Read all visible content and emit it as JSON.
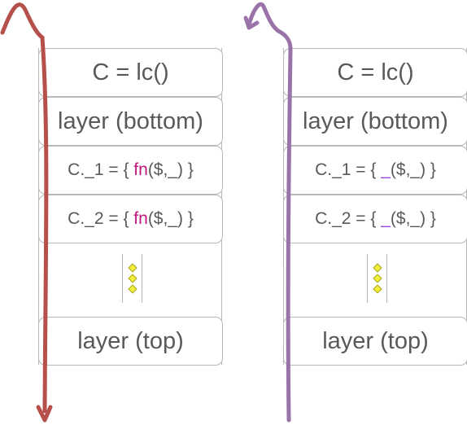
{
  "colors": {
    "text": "#595959",
    "border": "#b8b8b8",
    "fn_highlight": "#c2177f",
    "placeholder_highlight": "#a042e0",
    "arrow_left": "#b5504a",
    "arrow_right": "#9a74a8",
    "ellipsis_dot": "#f2ef3a"
  },
  "left_stack": {
    "rows": [
      {
        "text": "C = lc()"
      },
      {
        "text": "layer (bottom)"
      },
      {
        "prefix": "C._1 = { ",
        "highlight": "fn",
        "suffix": "($,_) }"
      },
      {
        "prefix": "C._2 = { ",
        "highlight": "fn",
        "suffix": "($,_) }"
      }
    ],
    "bottom": "layer (top)"
  },
  "right_stack": {
    "rows": [
      {
        "text": "C = lc()"
      },
      {
        "text": "layer (bottom)"
      },
      {
        "prefix": "C._1 = { ",
        "highlight": "_",
        "suffix": "($,_) }"
      },
      {
        "prefix": "C._2 = { ",
        "highlight": "_",
        "suffix": "($,_) }"
      }
    ],
    "bottom": "layer (top)"
  }
}
